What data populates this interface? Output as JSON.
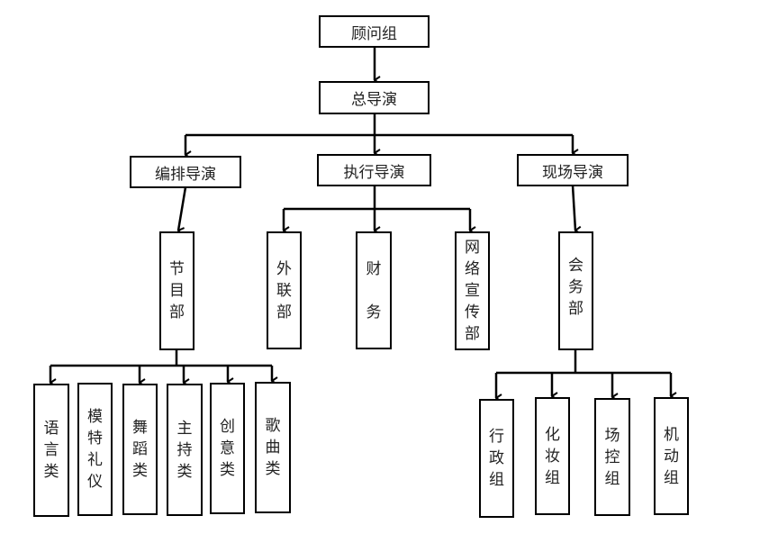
{
  "diagram": {
    "type": "org-chart",
    "nodes": {
      "advisors": "顾问组",
      "chief_director": "总导演",
      "arrangement_director": "编排导演",
      "executive_director": "执行导演",
      "onsite_director": "现场导演",
      "program_dept": "节目部",
      "external_relations": "外联部",
      "finance": "财务",
      "online_publicity": "网络宣传部",
      "conference_affairs": "会务部",
      "language": "语言类",
      "model_etiquette": "模特礼仪",
      "dance": "舞蹈类",
      "hosting": "主持类",
      "creative": "创意类",
      "song": "歌曲类",
      "administration": "行政组",
      "makeup": "化妆组",
      "venue_control": "场控组",
      "mobile": "机动组"
    },
    "edges": [
      [
        "advisors",
        "chief_director"
      ],
      [
        "chief_director",
        "arrangement_director"
      ],
      [
        "chief_director",
        "executive_director"
      ],
      [
        "chief_director",
        "onsite_director"
      ],
      [
        "arrangement_director",
        "program_dept"
      ],
      [
        "executive_director",
        "external_relations"
      ],
      [
        "executive_director",
        "finance"
      ],
      [
        "executive_director",
        "online_publicity"
      ],
      [
        "onsite_director",
        "conference_affairs"
      ],
      [
        "program_dept",
        "language"
      ],
      [
        "program_dept",
        "dance"
      ],
      [
        "program_dept",
        "hosting"
      ],
      [
        "program_dept",
        "creative"
      ],
      [
        "program_dept",
        "song"
      ],
      [
        "conference_affairs",
        "administration"
      ],
      [
        "conference_affairs",
        "makeup"
      ],
      [
        "conference_affairs",
        "venue_control"
      ],
      [
        "conference_affairs",
        "mobile"
      ]
    ]
  }
}
